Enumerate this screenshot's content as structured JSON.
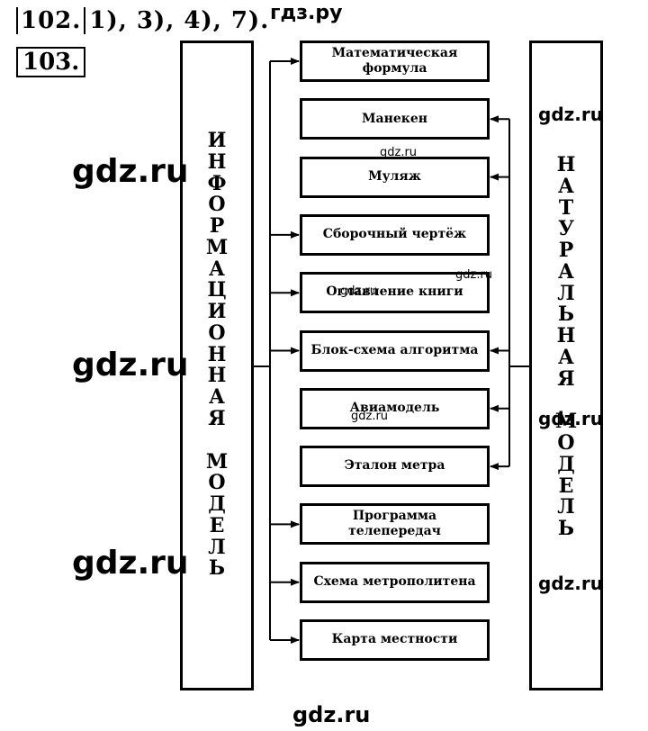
{
  "header": {
    "site_name": "гдз.ру",
    "prev_task_number": "102.",
    "prev_task_answer": "1), 3), 4), 7).",
    "task_number": "103."
  },
  "left_label": "ИНФОРМАЦИОННАЯ МОДЕЛЬ",
  "right_label": "НАТУРАЛЬНАЯ МОДЕЛЬ",
  "items": [
    {
      "text": "Математическая формула",
      "side": "left"
    },
    {
      "text": "Манекен",
      "side": "right"
    },
    {
      "text": "Муляж",
      "side": "right"
    },
    {
      "text": "Сборочный чертёж",
      "side": "left"
    },
    {
      "text": "Оглавление книги",
      "side": "left"
    },
    {
      "text": "Блок-схема алгоритма",
      "side": "both"
    },
    {
      "text": "Авиамодель",
      "side": "right"
    },
    {
      "text": "Эталон метра",
      "side": "right"
    },
    {
      "text": "Программа телепередач",
      "side": "left"
    },
    {
      "text": "Схема метрополитена",
      "side": "left"
    },
    {
      "text": "Карта местности",
      "side": "left"
    }
  ],
  "watermark": "gdz.ru"
}
